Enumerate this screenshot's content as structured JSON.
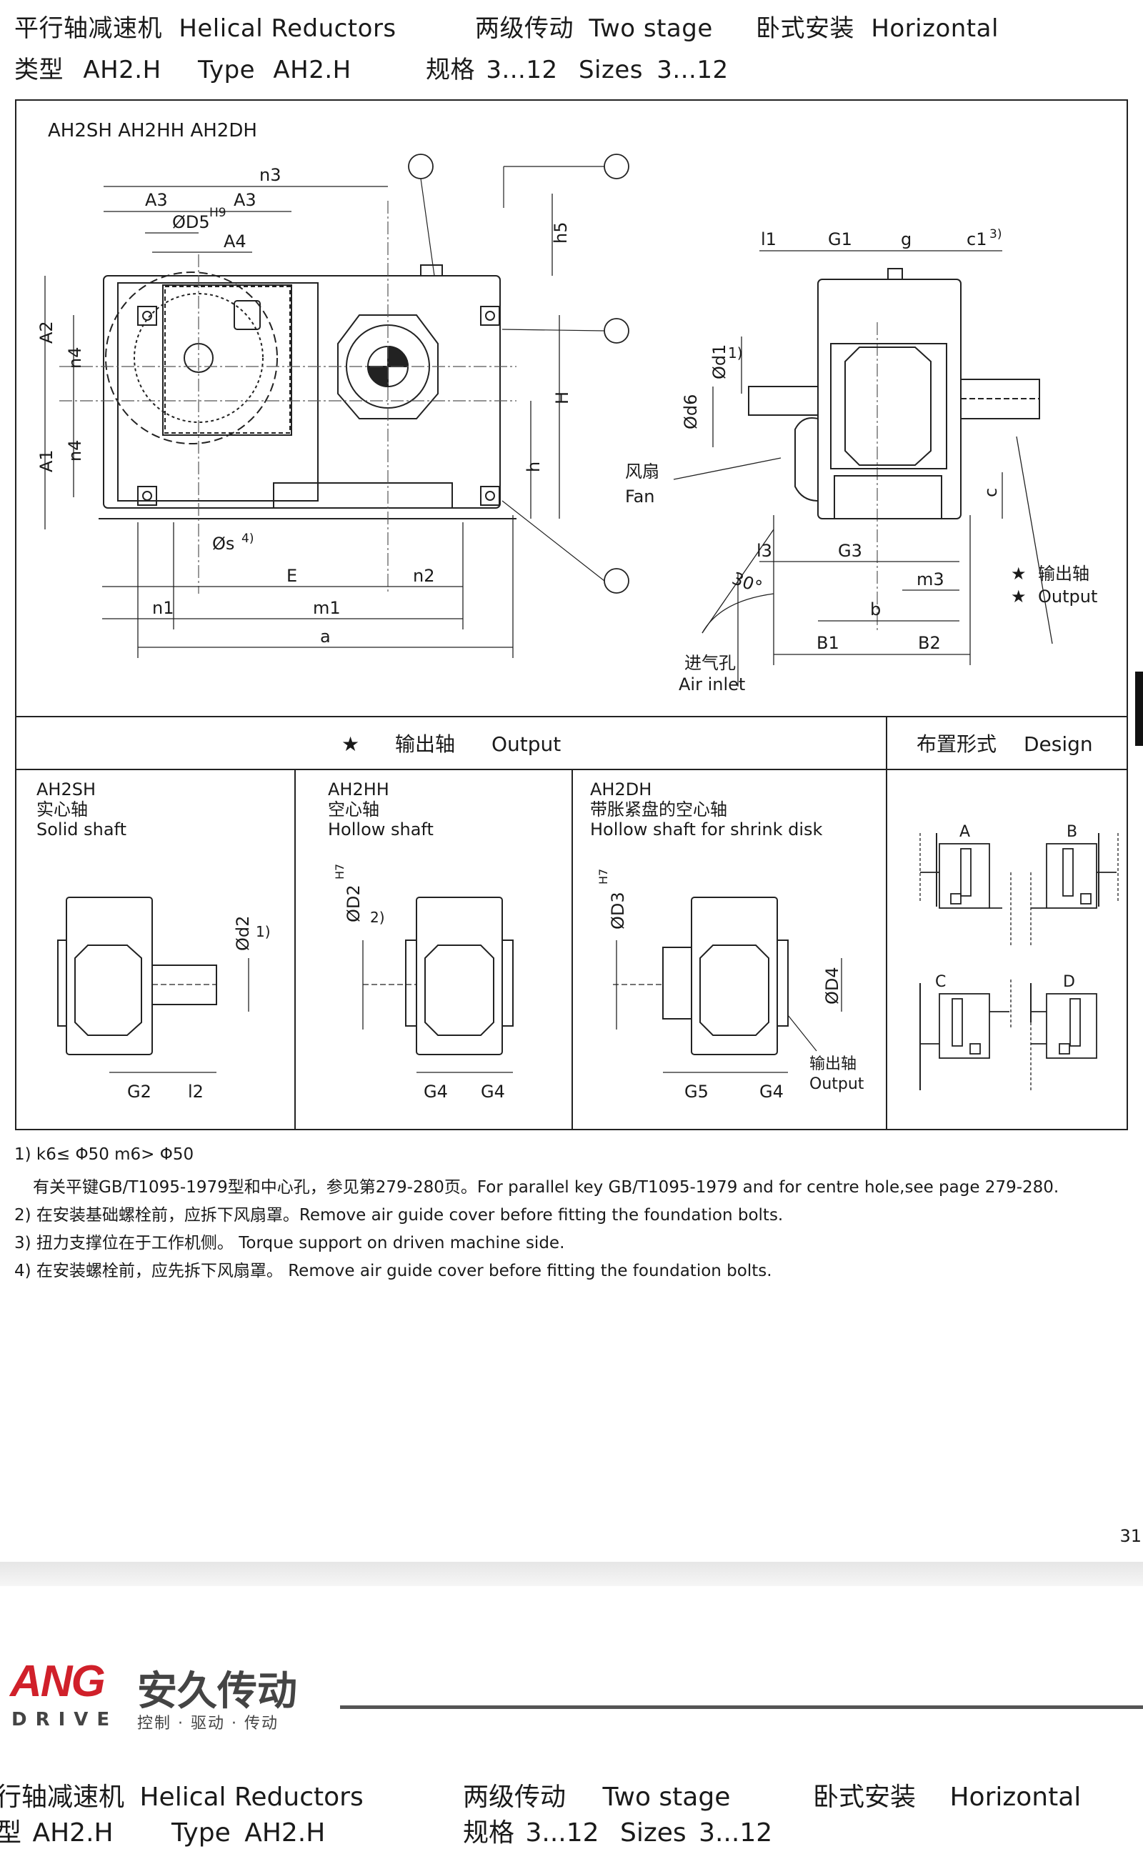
{
  "header": {
    "line1": {
      "cn": "平行轴减速机",
      "en": "Helical Reductors",
      "stage_cn": "两级传动",
      "stage_en": "Two stage",
      "mount_cn": "卧式安装",
      "mount_en": "Horizontal"
    },
    "line2": {
      "type_cn": "类型",
      "type_code": "AH2.H",
      "type_en": "Type",
      "type_code2": "AH2.H",
      "size_cn": "规格",
      "size_range": "3...12",
      "size_en": "Sizes",
      "size_range2": "3...12"
    }
  },
  "drawing": {
    "model_title": "AH2SH AH2HH AH2DH",
    "dims": [
      "n3",
      "A3",
      "A3",
      "ØD5",
      "H9",
      "A4",
      "h5",
      "A2",
      "n4",
      "n4",
      "A1",
      "H",
      "h",
      "Øs",
      "4)",
      "E",
      "n2",
      "n1",
      "m1",
      "a",
      "l1",
      "G1",
      "g",
      "c1",
      "3)",
      "Ød1",
      "1)",
      "Ød6",
      "c",
      "l3",
      "G3",
      "m3",
      "b",
      "B1",
      "B2",
      "30°"
    ],
    "fan_cn": "风扇",
    "fan_en": "Fan",
    "air_cn": "进气孔",
    "air_en": "Air inlet",
    "output_cn": "输出轴",
    "output_en": "Output",
    "star": "★"
  },
  "section_bar": {
    "star": "★",
    "output_cn": "输出轴",
    "output_en": "Output",
    "design_cn": "布置形式",
    "design_en": "Design"
  },
  "variants": [
    {
      "code": "AH2SH",
      "cn": "实心轴",
      "en": "Solid shaft",
      "dim1": "Ød2",
      "note1": "1)",
      "g1": "G2",
      "g2": "l2"
    },
    {
      "code": "AH2HH",
      "cn": "空心轴",
      "en": "Hollow shaft",
      "dim1": "ØD2",
      "tol": "H7",
      "note1": "2)",
      "g1": "G4",
      "g2": "G4"
    },
    {
      "code": "AH2DH",
      "cn": "带胀紧盘的空心轴",
      "en": "Hollow shaft for shrink disk",
      "dim1": "ØD3",
      "tol": "H7",
      "dim2": "ØD4",
      "g1": "G5",
      "g2": "G4",
      "out_cn": "输出轴",
      "out_en": "Output"
    }
  ],
  "design_labels": [
    "A",
    "B",
    "C",
    "D"
  ],
  "notes": [
    "1) k6≤ Φ50  m6> Φ50",
    "有关平键GB/T1095-1979型和中心孔，参见第279-280页。For parallel key GB/T1095-1979 and for centre hole,see page 279-280.",
    "2) 在安装基础螺栓前，应拆下风扇罩。Remove air guide cover before fitting the foundation bolts.",
    "3) 扭力支撑位在于工作机侧。 Torque support on driven machine side.",
    "4) 在安装螺栓前，应先拆下风扇罩。 Remove air guide cover before fitting the foundation bolts."
  ],
  "page_number": "31",
  "logo": {
    "mark": "ANG",
    "name_cn": "安久传动",
    "drive": "DRIVE",
    "tagline": "控制 · 驱动 · 传动"
  },
  "footer_header": {
    "line1": {
      "cn": "行轴减速机",
      "en": "Helical Reductors",
      "stage_cn": "两级传动",
      "stage_en": "Two stage",
      "mount_cn": "卧式安装",
      "mount_en": "Horizontal"
    },
    "line2": {
      "type_cn": "型",
      "type_code": "AH2.H",
      "type_en": "Type",
      "type_code2": "AH2.H",
      "size_cn": "规格",
      "size_range": "3...12",
      "size_en": "Sizes",
      "size_range2": "3...12"
    }
  }
}
